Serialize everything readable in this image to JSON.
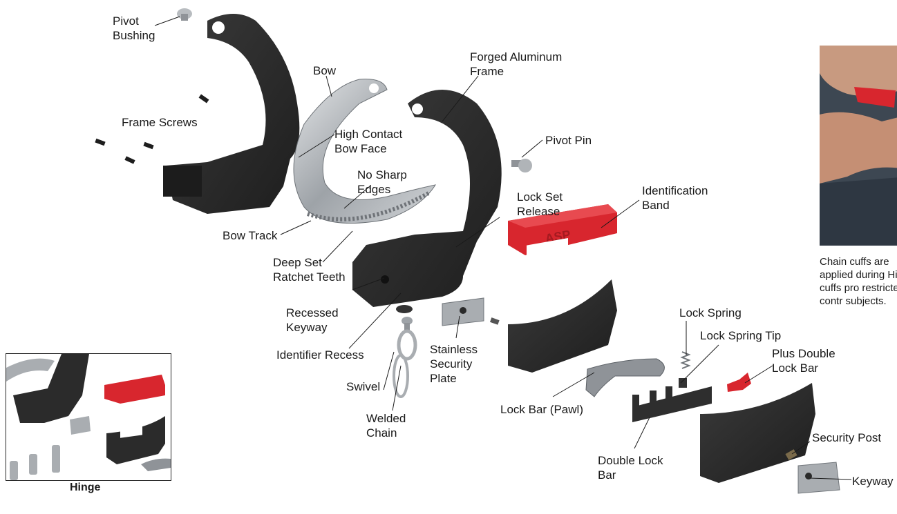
{
  "labels": {
    "pivot_bushing": [
      "Pivot",
      "Bushing"
    ],
    "frame_screws": "Frame Screws",
    "bow": "Bow",
    "high_contact": [
      "High Contact",
      "Bow Face"
    ],
    "no_sharp": [
      "No Sharp",
      "Edges"
    ],
    "bow_track": "Bow Track",
    "deep_set": [
      "Deep Set",
      "Ratchet Teeth"
    ],
    "recessed_keyway": [
      "Recessed",
      "Keyway"
    ],
    "identifier_recess": "Identifier Recess",
    "swivel": "Swivel",
    "welded_chain": [
      "Welded",
      "Chain"
    ],
    "forged_frame": [
      "Forged Aluminum",
      "Frame"
    ],
    "pivot_pin": "Pivot Pin",
    "lock_set_release": [
      "Lock Set",
      "Release"
    ],
    "identification_band": [
      "Identification",
      "Band"
    ],
    "stainless_plate": [
      "Stainless",
      "Security",
      "Plate"
    ],
    "lock_bar_pawl": "Lock Bar (Pawl)",
    "lock_spring": "Lock Spring",
    "lock_spring_tip": "Lock Spring Tip",
    "plus_double": [
      "Plus Double",
      "Lock Bar"
    ],
    "double_lock_bar": [
      "Double Lock",
      "Bar"
    ],
    "security_post": "Security Post",
    "keyway": "Keyway"
  },
  "inset": {
    "caption": "Hinge"
  },
  "photo": {
    "caption": "Chain cuffs are applied during Hinge cuffs pro restricted contr subjects."
  },
  "band_logo": "ASP",
  "colors": {
    "frame": "#2b2b2b",
    "steel": "#a9adb1",
    "band": "#d8262e"
  }
}
